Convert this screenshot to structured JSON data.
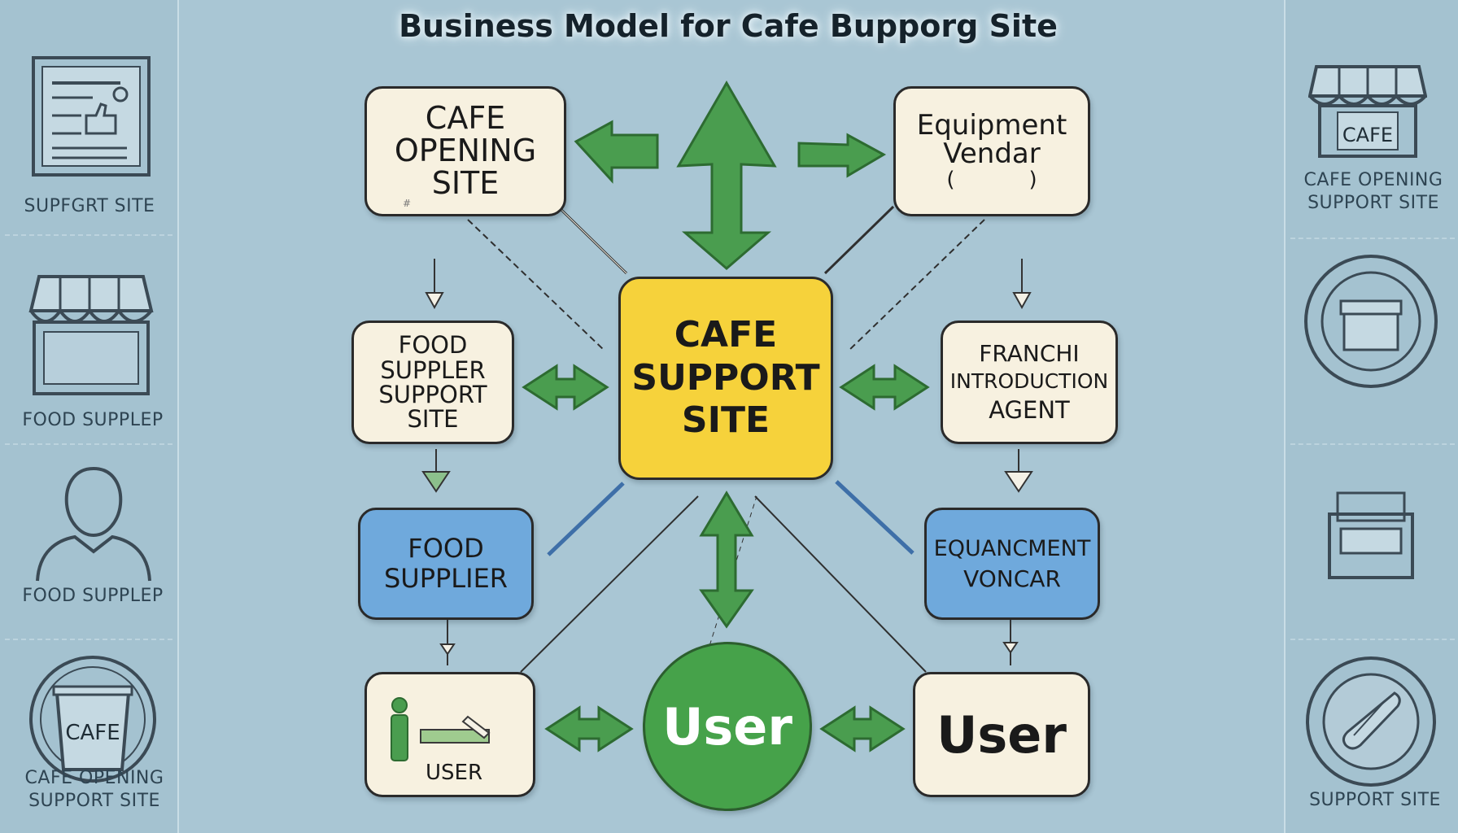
{
  "title": "Business Model for Cafe Bupporg Site",
  "left_panel": {
    "items": [
      {
        "label": "SUPFGRT SITE",
        "icon": "document-icon"
      },
      {
        "label": "FOOD SUPPLEP",
        "icon": "storefront-icon"
      },
      {
        "label": "FOOD SUPPLEP",
        "icon": "person-icon"
      },
      {
        "label_lines": [
          "CAFE OPENING",
          "SUPPORT SITE"
        ],
        "icon": "cafe-cup-icon",
        "icon_text": "CAFE"
      }
    ]
  },
  "right_panel": {
    "items": [
      {
        "label_lines": [
          "CAFE OPENING",
          "SUPPORT SITE"
        ],
        "icon": "cafe-store-icon",
        "icon_text": "CAFE"
      },
      {
        "label": "",
        "icon": "box-in-circle-icon"
      },
      {
        "label": "",
        "icon": "bench-icon"
      },
      {
        "label": "SUPPORT SITE",
        "icon": "spatula-icon"
      }
    ]
  },
  "nodes": {
    "cafe_opening": {
      "lines": [
        "CAFE",
        "OPENING",
        "SITE"
      ],
      "note": "#"
    },
    "equipment_vendor": {
      "lines": [
        "Equipment",
        "Vendar",
        "(           )"
      ]
    },
    "food_supplier_support": {
      "lines": [
        "FOOD",
        "SUPPLER",
        "SUPPORT",
        "SITE"
      ]
    },
    "cafe_support": {
      "lines": [
        "CAFE",
        "SUPPORT",
        "SITE"
      ]
    },
    "franchise_agent": {
      "lines": [
        "FRANCHI",
        "INTRODUCTION",
        "AGENT"
      ]
    },
    "food_supplier": {
      "lines": [
        "FOOD",
        "SUPPLIER"
      ]
    },
    "equancment_voncar": {
      "lines": [
        "EQUANCMENT",
        "VONCAR"
      ]
    },
    "user_box": {
      "label": "USER"
    },
    "user_circle": {
      "label": "User"
    },
    "user_right": {
      "label": "User"
    }
  },
  "colors": {
    "background": "#a9c6d4",
    "arrow_green": "#4a9d4f",
    "center_yellow": "#f6d23b",
    "box_cream": "#f7f1e0",
    "box_blue": "#6fa9dc",
    "user_green": "#46a24a"
  }
}
